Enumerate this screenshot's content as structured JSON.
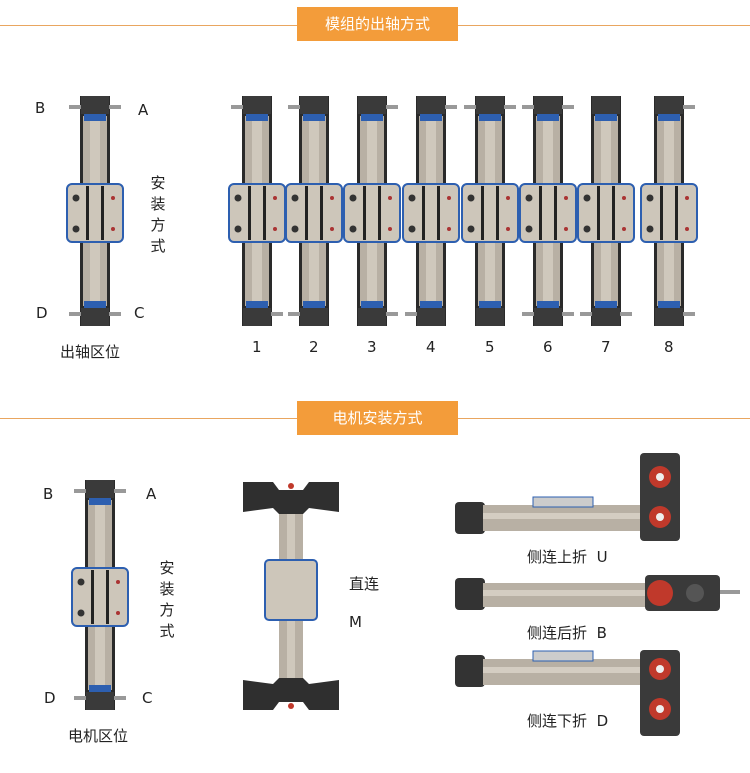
{
  "section1": {
    "title": "模组的出轴方式",
    "corner_labels": {
      "b": "B",
      "a": "A",
      "d": "D",
      "c": "C"
    },
    "mounting_label": "安装方式",
    "caption": "出轴区位",
    "variants": [
      "1",
      "2",
      "3",
      "4",
      "5",
      "6",
      "7",
      "8"
    ]
  },
  "section2": {
    "title": "电机安装方式",
    "corner_labels": {
      "b": "B",
      "a": "A",
      "d": "D",
      "c": "C"
    },
    "mounting_label": "安装方式",
    "caption": "电机区位",
    "direct": {
      "label": "直连",
      "code": "M"
    },
    "side": [
      {
        "label": "侧连上折",
        "code": "U"
      },
      {
        "label": "侧连后折",
        "code": "B"
      },
      {
        "label": "侧连下折",
        "code": "D"
      }
    ]
  },
  "colors": {
    "accent": "#f39c3a",
    "rail": "#b8b0a4",
    "blue": "#2d5fb0",
    "dark": "#2a2a2a",
    "red": "#c0392b"
  }
}
